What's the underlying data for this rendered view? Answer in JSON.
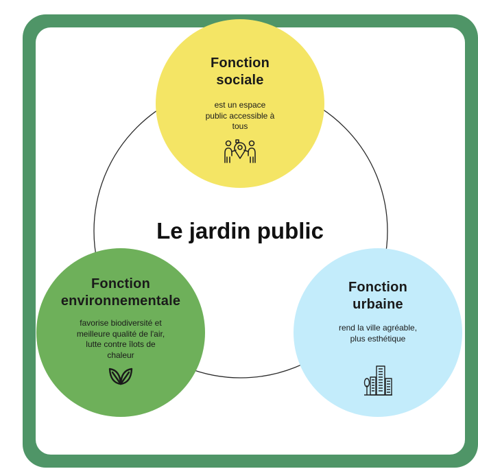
{
  "diagram": {
    "center_label": "Le jardin public",
    "colors": {
      "frame": "#4f9567",
      "social": "#f4e565",
      "environnementale": "#6eb05a",
      "urbaine": "#c3ecfb"
    },
    "nodes": [
      {
        "title": "Fonction\nsociale",
        "text": "est un espace\npublic accessible à\ntous",
        "icon": "people-location-pin-icon"
      },
      {
        "title": "Fonction\nenvironnementale",
        "text": "favorise biodiversité et\nmeilleure qualité de l'air,\nlutte contre îlots de\nchaleur",
        "icon": "leaves-icon"
      },
      {
        "title": "Fonction\nurbaine",
        "text": "rend la ville agréable,\nplus esthétique",
        "icon": "city-buildings-icon"
      }
    ]
  }
}
